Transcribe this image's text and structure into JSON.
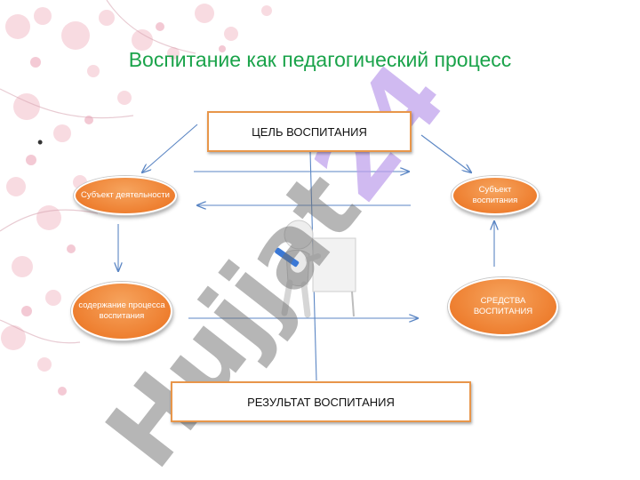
{
  "slide": {
    "title": "Воспитание как педагогический процесс",
    "bullet": "•"
  },
  "nodes": {
    "goal": "ЦЕЛЬ ВОСПИТАНИЯ",
    "subject_activity": "Субъект деятельности",
    "subject_education": "Субъект воспитания",
    "content": "содержание процесса воспитания",
    "means": "СРЕДСТВА ВОСПИТАНИЯ",
    "result": "РЕЗУЛЬТАТ ВОСПИТАНИЯ"
  },
  "watermark": {
    "text_main": "Hujjat",
    "text_accent": "24"
  },
  "colors": {
    "title": "#1aa34a",
    "ellipse_fill": "#ee7f30",
    "box_border": "#e8964a",
    "arrow": "#5b86c4"
  }
}
